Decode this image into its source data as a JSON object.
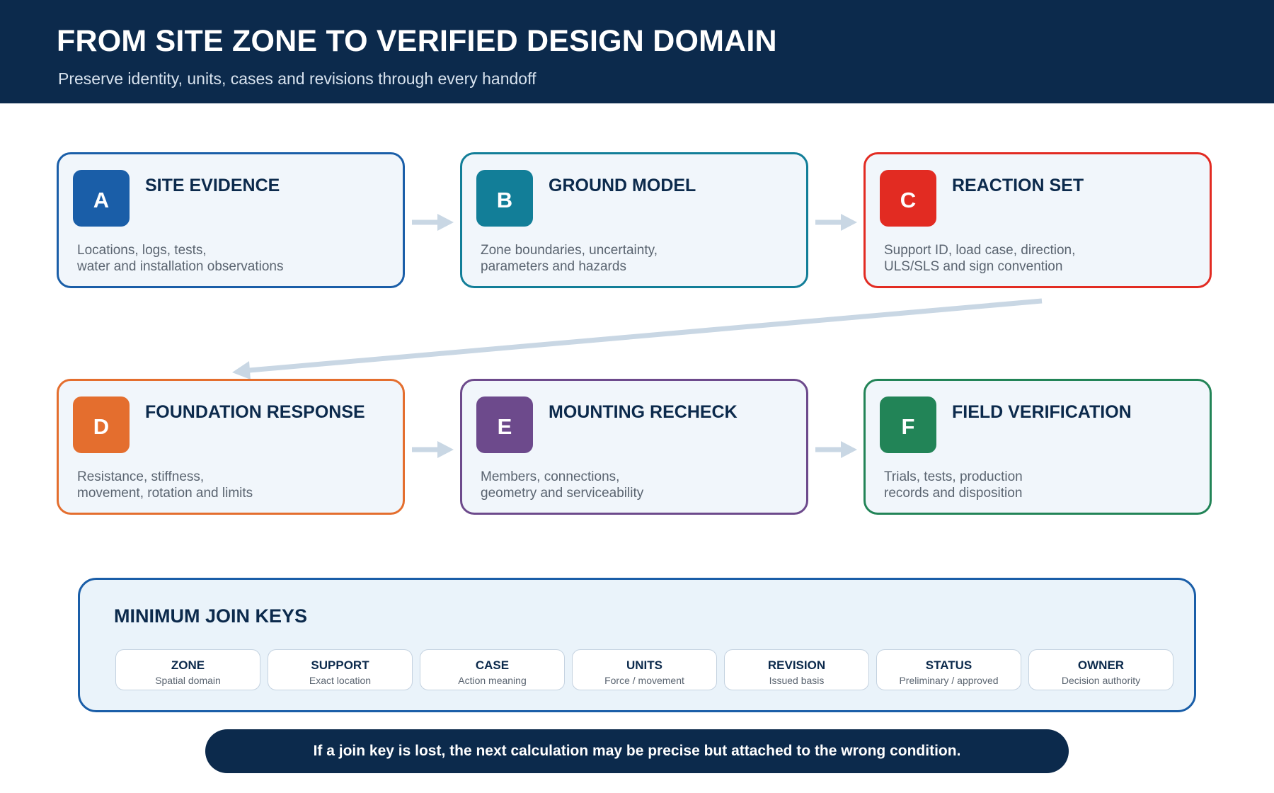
{
  "header": {
    "title": "FROM SITE ZONE TO VERIFIED DESIGN DOMAIN",
    "subtitle": "Preserve identity, units, cases and revisions through every handoff"
  },
  "steps": [
    {
      "letter": "A",
      "title": "SITE EVIDENCE",
      "desc": [
        "Locations, logs, tests,",
        "water and installation observations"
      ],
      "color": "#1a5ea8"
    },
    {
      "letter": "B",
      "title": "GROUND MODEL",
      "desc": [
        "Zone boundaries, uncertainty,",
        "parameters and hazards"
      ],
      "color": "#127e98"
    },
    {
      "letter": "C",
      "title": "REACTION SET",
      "desc": [
        "Support ID, load case, direction,",
        "ULS/SLS and sign convention"
      ],
      "color": "#e22b22"
    },
    {
      "letter": "D",
      "title": "FOUNDATION RESPONSE",
      "desc": [
        "Resistance, stiffness,",
        "movement, rotation and limits"
      ],
      "color": "#e46e2e"
    },
    {
      "letter": "E",
      "title": "MOUNTING RECHECK",
      "desc": [
        "Members, connections,",
        "geometry and serviceability"
      ],
      "color": "#6d4a8c"
    },
    {
      "letter": "F",
      "title": "FIELD VERIFICATION",
      "desc": [
        "Trials, tests, production",
        "records and disposition"
      ],
      "color": "#228457"
    }
  ],
  "join_keys": {
    "title": "MINIMUM JOIN KEYS",
    "keys": [
      {
        "key": "ZONE",
        "meaning": "Spatial domain"
      },
      {
        "key": "SUPPORT",
        "meaning": "Exact location"
      },
      {
        "key": "CASE",
        "meaning": "Action meaning"
      },
      {
        "key": "UNITS",
        "meaning": "Force / movement"
      },
      {
        "key": "REVISION",
        "meaning": "Issued basis"
      },
      {
        "key": "STATUS",
        "meaning": "Preliminary / approved"
      },
      {
        "key": "OWNER",
        "meaning": "Decision authority"
      }
    ]
  },
  "footer": {
    "text": "If a join key is lost, the next calculation may be precise but attached to the wrong condition."
  },
  "colors": {
    "navy": "#0c2a4c",
    "arrow": "#c9d7e4",
    "card_bg": "#f1f6fb"
  }
}
